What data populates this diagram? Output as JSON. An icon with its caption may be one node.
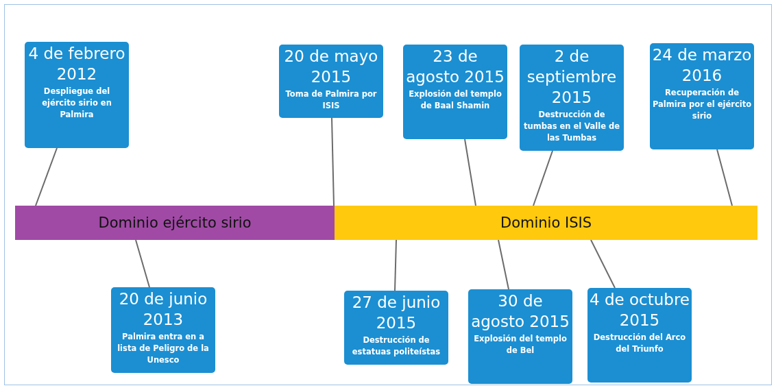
{
  "diagram": {
    "nodes": [
      {
        "text": [
          "4 de febrero 2012",
          "Despliegue del ejército sirio en Palmira"
        ]
      },
      {
        "text": [
          "20 de mayo 2015",
          "Toma de Palmira por ISIS"
        ]
      },
      {
        "text": [
          "23 de agosto 2015",
          "Explosión del templo de Baal Shamin"
        ]
      },
      {
        "text": [
          "2 de septiembre 2015",
          "Destrucción de tumbas en el Valle de las Tumbas"
        ]
      },
      {
        "text": [
          "24 de marzo 2016",
          "Recuperación de Palmira por el ejército sirio"
        ]
      },
      {
        "text": [
          "Dominio ejército sirio"
        ]
      },
      {
        "text": [
          "Dominio ISIS"
        ]
      },
      {
        "text": [
          "20 de junio 2013",
          "Palmira entra en a lista de Peligro de la Unesco"
        ]
      },
      {
        "text": [
          "27 de junio 2015",
          "Destrucción de estatuas politeístas"
        ]
      },
      {
        "text": [
          "30 de agosto 2015",
          "Explosión del templo de Bel"
        ]
      },
      {
        "text": [
          "4 de octubre 2015",
          "Destrucción del Arco del Triunfo"
        ]
      }
    ],
    "edges": [
      {
        "from": 0,
        "to": 5,
        "arrow": "none"
      },
      {
        "from": 1,
        "to": 5,
        "arrow": "none"
      },
      {
        "from": 2,
        "to": 6,
        "arrow": "none"
      },
      {
        "from": 3,
        "to": 6,
        "arrow": "none"
      },
      {
        "from": 4,
        "to": 6,
        "arrow": "none"
      },
      {
        "from": 7,
        "to": 5,
        "arrow": "none"
      },
      {
        "from": 8,
        "to": 6,
        "arrow": "none"
      },
      {
        "from": 9,
        "to": 6,
        "arrow": "none"
      },
      {
        "from": 10,
        "to": 6,
        "arrow": "none"
      }
    ]
  }
}
